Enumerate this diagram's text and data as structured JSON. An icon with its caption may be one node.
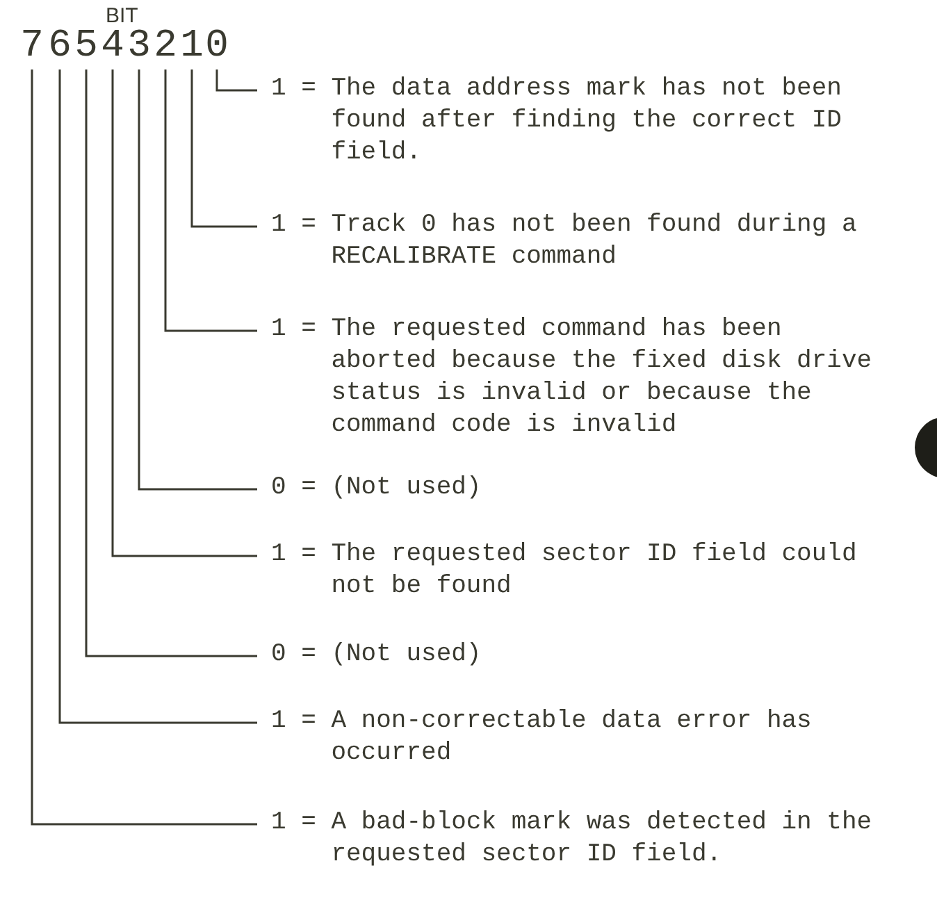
{
  "diagram": {
    "nodes": [
      {
        "text": [
          "7"
        ]
      },
      {
        "text": [
          "6"
        ]
      },
      {
        "text": [
          "5"
        ]
      },
      {
        "text": [
          "4"
        ]
      },
      {
        "text": [
          "3"
        ]
      },
      {
        "text": [
          "2"
        ]
      },
      {
        "text": [
          "1"
        ]
      },
      {
        "text": [
          "0"
        ]
      },
      {
        "text": [
          "1 = The data address mark has not been found after finding the correct ID field."
        ]
      },
      {
        "text": [
          "1 = Track 0 has not been found during a RECALIBRATE command"
        ]
      },
      {
        "text": [
          "1 = The requested command has been aborted because the fixed disk drive status is invalid or because the command code is invalid"
        ]
      },
      {
        "text": [
          "0 = (Not used)"
        ]
      },
      {
        "text": [
          "1 = The requested sector ID field could not be found"
        ]
      },
      {
        "text": [
          "0 = (Not used)"
        ]
      },
      {
        "text": [
          "1 = A non-correctable data error has occurred"
        ]
      },
      {
        "text": [
          "1 = A bad-block mark was detected in the requested sector ID field."
        ]
      }
    ],
    "edges": [
      {
        "from": 7,
        "to": 8,
        "arrow": "none"
      },
      {
        "from": 6,
        "to": 9,
        "arrow": "none"
      },
      {
        "from": 5,
        "to": 10,
        "arrow": "none"
      },
      {
        "from": 4,
        "to": 11,
        "arrow": "none"
      },
      {
        "from": 3,
        "to": 12,
        "arrow": "none"
      },
      {
        "from": 2,
        "to": 13,
        "arrow": "none"
      },
      {
        "from": 1,
        "to": 14,
        "arrow": "none"
      },
      {
        "from": 0,
        "to": 15,
        "arrow": "none"
      }
    ],
    "labels": [
      "BIT"
    ]
  }
}
